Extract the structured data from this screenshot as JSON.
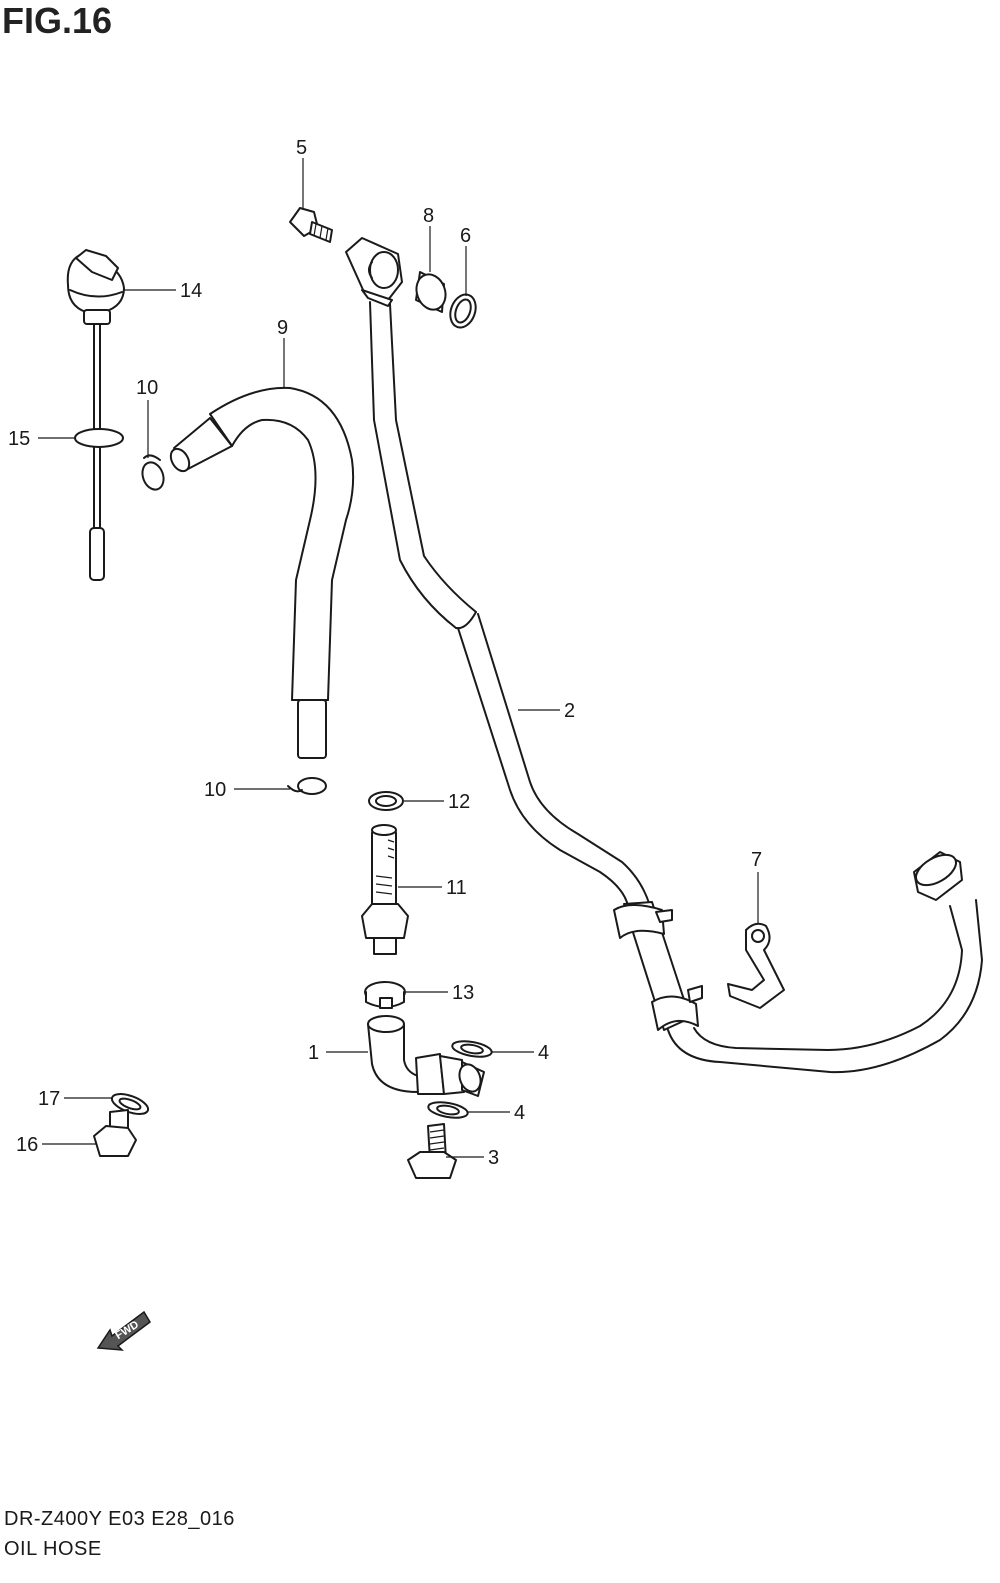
{
  "figure": {
    "title": "FIG.16",
    "model_code": "DR-Z400Y E03 E28_016",
    "section_name": "OIL HOSE",
    "fwd_label": "FWD"
  },
  "callouts": [
    {
      "id": "part-1",
      "label": "1"
    },
    {
      "id": "part-2",
      "label": "2"
    },
    {
      "id": "part-3",
      "label": "3"
    },
    {
      "id": "part-4a",
      "label": "4"
    },
    {
      "id": "part-4b",
      "label": "4"
    },
    {
      "id": "part-5",
      "label": "5"
    },
    {
      "id": "part-6",
      "label": "6"
    },
    {
      "id": "part-7",
      "label": "7"
    },
    {
      "id": "part-8",
      "label": "8"
    },
    {
      "id": "part-9",
      "label": "9"
    },
    {
      "id": "part-10a",
      "label": "10"
    },
    {
      "id": "part-10b",
      "label": "10"
    },
    {
      "id": "part-11",
      "label": "11"
    },
    {
      "id": "part-12",
      "label": "12"
    },
    {
      "id": "part-13",
      "label": "13"
    },
    {
      "id": "part-14",
      "label": "14"
    },
    {
      "id": "part-15",
      "label": "15"
    },
    {
      "id": "part-16",
      "label": "16"
    },
    {
      "id": "part-17",
      "label": "17"
    }
  ]
}
